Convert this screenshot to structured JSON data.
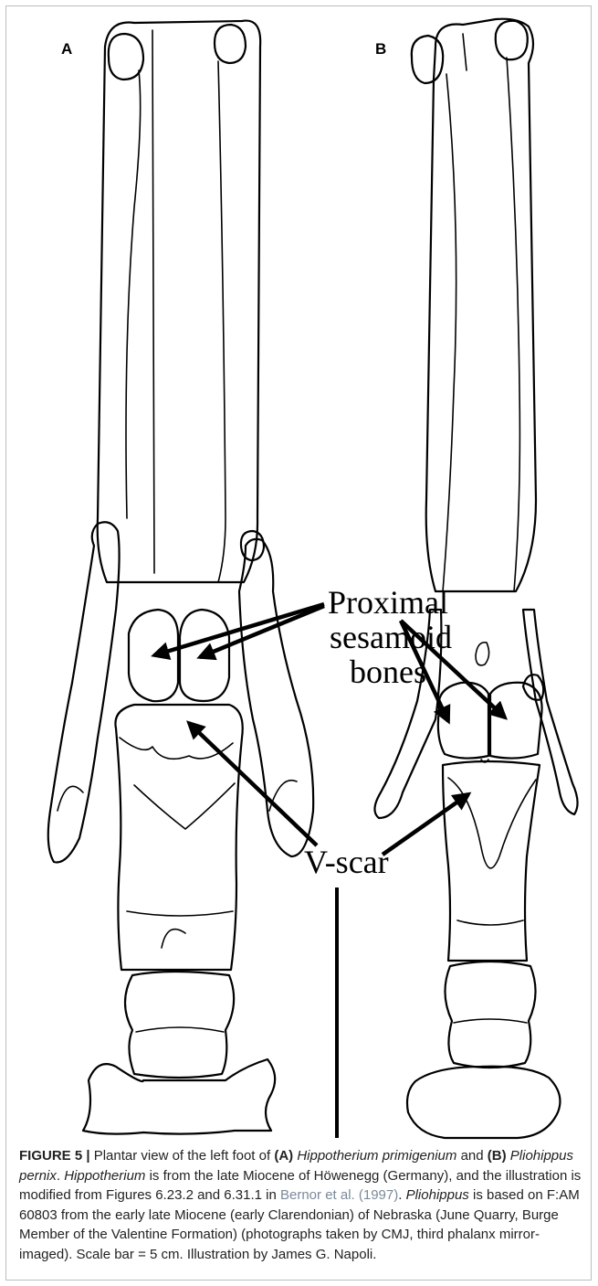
{
  "panels": {
    "a": "A",
    "b": "B"
  },
  "labels": {
    "sesamoid_line1": "Proximal",
    "sesamoid_line2": "sesamoid",
    "sesamoid_line3": "bones",
    "vscar": "V-scar"
  },
  "caption": {
    "figure_label": "FIGURE 5 |",
    "t1": " Plantar view of the left foot of ",
    "a_ref": "(A)",
    "a_species": "Hippotherium primigenium",
    "t2": " and ",
    "b_ref": "(B)",
    "b_species": "Pliohippus pernix",
    "t3": ". ",
    "genus1": "Hippotherium",
    "t4": " is from the late Miocene of Höwenegg (Germany), and the illustration is modified from Figures 6.23.2 and 6.31.1 in ",
    "citation": "Bernor et al. (1997)",
    "t5": ". ",
    "genus2": "Pliohippus",
    "t6": " is based on F:AM 60803 from the early late Miocene (early Clarendonian) of Nebraska (June Quarry, Burge Member of the Valentine Formation) (photographs taken by CMJ, third phalanx mirror-imaged). Scale bar = 5 cm. Illustration by James G. Napoli."
  },
  "colors": {
    "line": "#000000",
    "border": "#bdbdbd",
    "caption_text": "#222222",
    "citation": "#7a8a9a"
  }
}
